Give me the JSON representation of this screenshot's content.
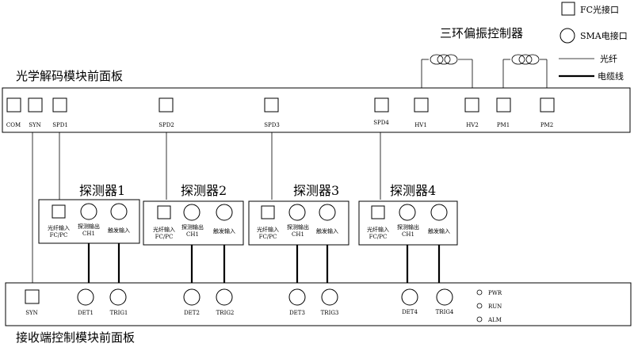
{
  "legend": {
    "fc_port": "FC光接口",
    "sma_port": "SMA电接口",
    "fiber": "光纤",
    "cable": "电缆线"
  },
  "controller": {
    "title": "三环偏振控制器"
  },
  "decoder_panel": {
    "title": "光学解码模块前面板",
    "ports": [
      "COM",
      "SYN",
      "SPD1",
      "SPD2",
      "SPD3",
      "SPD4",
      "HV1",
      "HV2",
      "PM1",
      "PM2"
    ]
  },
  "detectors": [
    {
      "title": "探测器1",
      "fiber_in": "光纤输入",
      "fiber_in2": "FC/PC",
      "probe_out": "探测输出",
      "probe_out2": "CH1",
      "trigger_in": "触发输入"
    },
    {
      "title": "探测器2",
      "fiber_in": "光纤输入",
      "fiber_in2": "FC/PC",
      "probe_out": "探测输出",
      "probe_out2": "CH1",
      "trigger_in": "触发输入"
    },
    {
      "title": "探测器3",
      "fiber_in": "光纤输入",
      "fiber_in2": "FC/PC",
      "probe_out": "探测输出",
      "probe_out2": "CH1",
      "trigger_in": "触发输入"
    },
    {
      "title": "探测器4",
      "fiber_in": "光纤输入",
      "fiber_in2": "FC/PC",
      "probe_out": "探测输出",
      "probe_out2": "CH1",
      "trigger_in": "触发输入"
    }
  ],
  "receiver_panel": {
    "title": "接收端控制模块前面板",
    "syn": "SYN",
    "det": [
      "DET1",
      "DET2",
      "DET3",
      "DET4"
    ],
    "trig": [
      "TRIG1",
      "TRIG2",
      "TRIG3",
      "TRIG4"
    ],
    "status": [
      "PWR",
      "RUN",
      "ALM"
    ]
  }
}
